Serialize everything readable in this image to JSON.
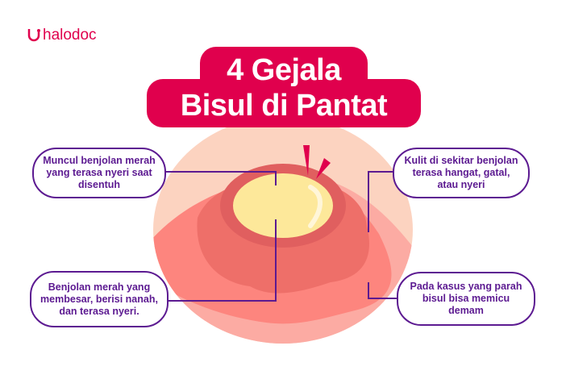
{
  "brand": {
    "name": "halodoc",
    "icon": "stethoscope-icon"
  },
  "title": {
    "line1": "4 Gejala",
    "line2": "Bisul di Pantat"
  },
  "callouts": [
    {
      "text": "Muncul benjolan merah yang terasa nyeri saat disentuh"
    },
    {
      "text": "Kulit di sekitar benjolan terasa hangat, gatal, atau nyeri"
    },
    {
      "text": "Benjolan merah yang membesar, berisi nanah, dan terasa nyeri."
    },
    {
      "text": "Pada kasus yang parah bisul bisa memicu demam"
    }
  ],
  "colors": {
    "brand": "#e0004d",
    "callout": "#5c1a91",
    "skin": "#fcd3c0",
    "pus": "#fde89a"
  }
}
